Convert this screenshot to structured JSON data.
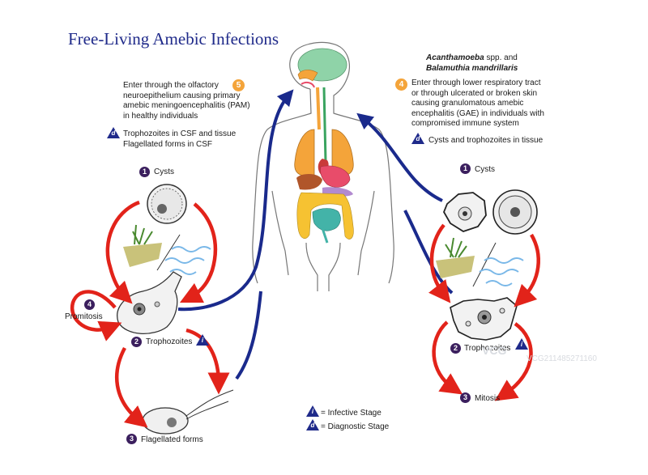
{
  "title": "Free-Living Amebic Infections",
  "colors": {
    "title": "#1f2a8a",
    "red_arrow": "#e2231a",
    "blue_arrow": "#1a2a8c",
    "step_badge": "#3b1f5e",
    "orange_badge": "#f4a43a",
    "brain": "#8fd3a8",
    "lungs": "#f4a43a",
    "liver": "#b0562a",
    "stomach": "#e84c6a",
    "intestine": "#f6c232",
    "small_intestine": "#43b3a8"
  },
  "left_panel": {
    "entry_step": "5",
    "entry_text": "Enter through the olfactory\nneuroepithelium causing primary\namebic meningoencephalitis (PAM)\nin healthy individuals",
    "diagnostic_badge": "d",
    "diagnostic_text": "Trophozoites in CSF and tissue\nFlagellated forms in CSF",
    "cysts_step": "1",
    "cysts_label": "Cysts",
    "promitosis_step": "4",
    "promitosis_label": "Promitosis",
    "trophozoites_step": "2",
    "trophozoites_label": "Trophozoites",
    "infective_badge": "i",
    "flagellated_step": "3",
    "flagellated_label": "Flagellated forms"
  },
  "right_panel": {
    "organism_1": "Acanthamoeba",
    "organism_1_suffix": " spp. and",
    "organism_2": "Balamuthia mandrillaris",
    "entry_step": "4",
    "entry_text": "Enter through lower respiratory tract\nor through ulcerated or broken skin\ncausing granulomatous amebic\nencephalitis (GAE) in individuals with\ncompromised immune system",
    "diagnostic_badge": "d",
    "diagnostic_text": "Cysts and trophozoites in tissue",
    "cysts_step": "1",
    "cysts_label": "Cysts",
    "trophozoites_step": "2",
    "trophozoites_label": "Trophozoites",
    "infective_badge": "i",
    "mitosis_step": "3",
    "mitosis_label": "Mitosis"
  },
  "legend": {
    "infective_badge": "i",
    "infective_label": "= Infective Stage",
    "diagnostic_badge": "d",
    "diagnostic_label": "= Diagnostic Stage"
  },
  "watermark": {
    "mark": "VCG",
    "code": "VCG211485271160"
  }
}
